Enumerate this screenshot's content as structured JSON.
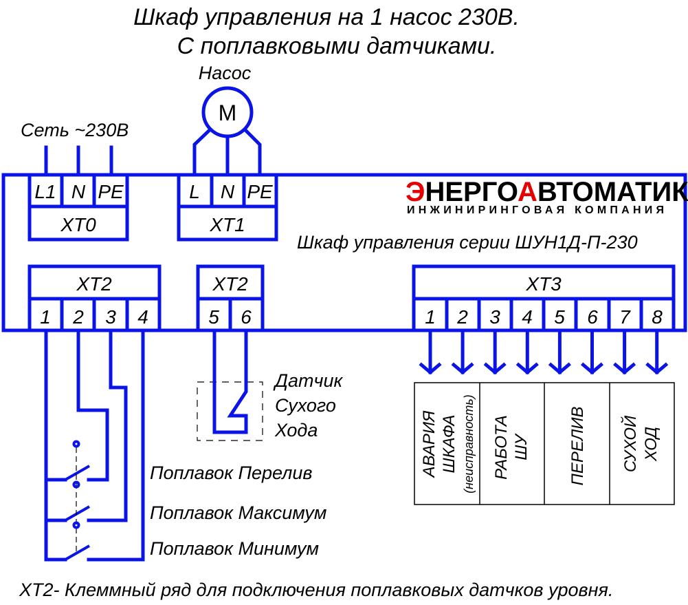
{
  "title": {
    "line1": "Шкаф управления на 1 насос 230В.",
    "line2": "С поплавковыми датчиками."
  },
  "mains": {
    "label": "Сеть ~230В"
  },
  "pump": {
    "label": "Насос",
    "motor_symbol": "M"
  },
  "xt0": {
    "name": "XT0",
    "terminals": [
      "L1",
      "N",
      "PE"
    ]
  },
  "xt1": {
    "name": "XT1",
    "terminals": [
      "L",
      "N",
      "PE"
    ]
  },
  "logo": {
    "energo_first": "Э",
    "energo_rest": "НЕРГО",
    "avto_first": "А",
    "avto_rest": "ВТОМАТИК",
    "subtitle": "ИНЖИНИРИНГОВАЯ КОМПАНИЯ"
  },
  "cabinet_label": "Шкаф управления серии ШУН1Д-П-230",
  "xt2a": {
    "name": "XT2",
    "terminals": [
      "1",
      "2",
      "3",
      "4"
    ]
  },
  "xt2b": {
    "name": "XT2",
    "terminals": [
      "5",
      "6"
    ]
  },
  "xt3": {
    "name": "XT3",
    "terminals": [
      "1",
      "2",
      "3",
      "4",
      "5",
      "6",
      "7",
      "8"
    ]
  },
  "dry_sensor": {
    "line1": "Датчик",
    "line2": "Сухого",
    "line3": "Хода"
  },
  "floats": [
    "Поплавок Перелив",
    "Поплавок Максимум",
    "Поплавок Минимум"
  ],
  "outputs": [
    {
      "lines": [
        "АВАРИЯ",
        "ШКАФА",
        "(неисправность)"
      ]
    },
    {
      "lines": [
        "РАБОТА",
        "ШУ"
      ]
    },
    {
      "lines": [
        "ПЕРЕЛИВ"
      ]
    },
    {
      "lines": [
        "СУХОЙ",
        "ХОД"
      ]
    }
  ],
  "footnote": "XT2- Клеммный ряд для подключения поплавковых датчков уровня.",
  "colors": {
    "wire": "#0a14e6",
    "logo_red": "#e60000"
  }
}
